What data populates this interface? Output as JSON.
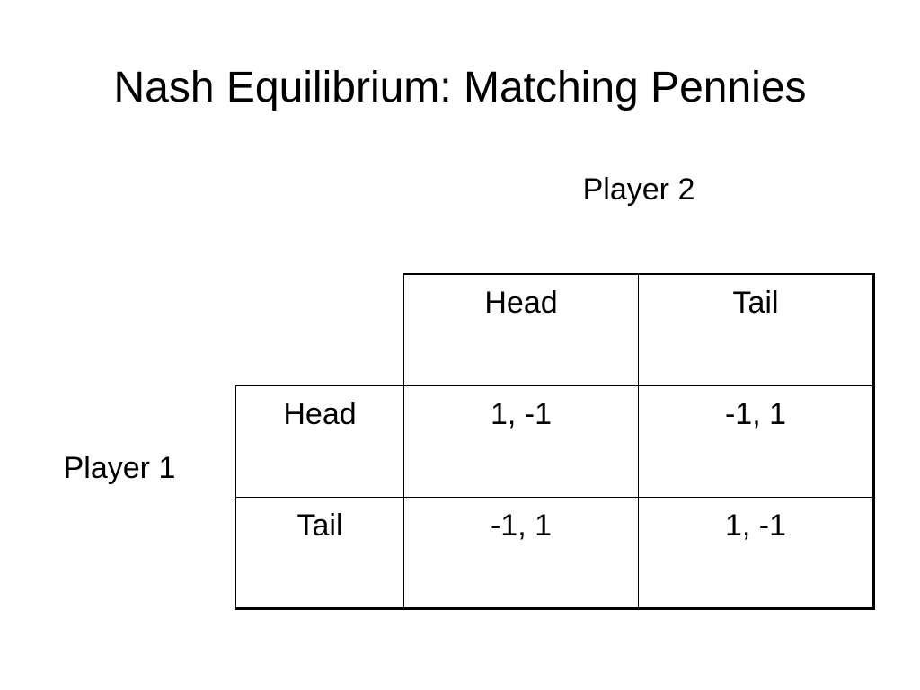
{
  "slide": {
    "title": "Nash Equilibrium: Matching Pennies"
  },
  "players": {
    "column_player": "Player 2",
    "row_player": "Player 1"
  },
  "payoff_matrix": {
    "column_headers": [
      "Head",
      "Tail"
    ],
    "rows": [
      {
        "label": "Head",
        "cells": [
          "1, -1",
          "-1, 1"
        ]
      },
      {
        "label": "Tail",
        "cells": [
          "-1, 1",
          "1, -1"
        ]
      }
    ]
  }
}
